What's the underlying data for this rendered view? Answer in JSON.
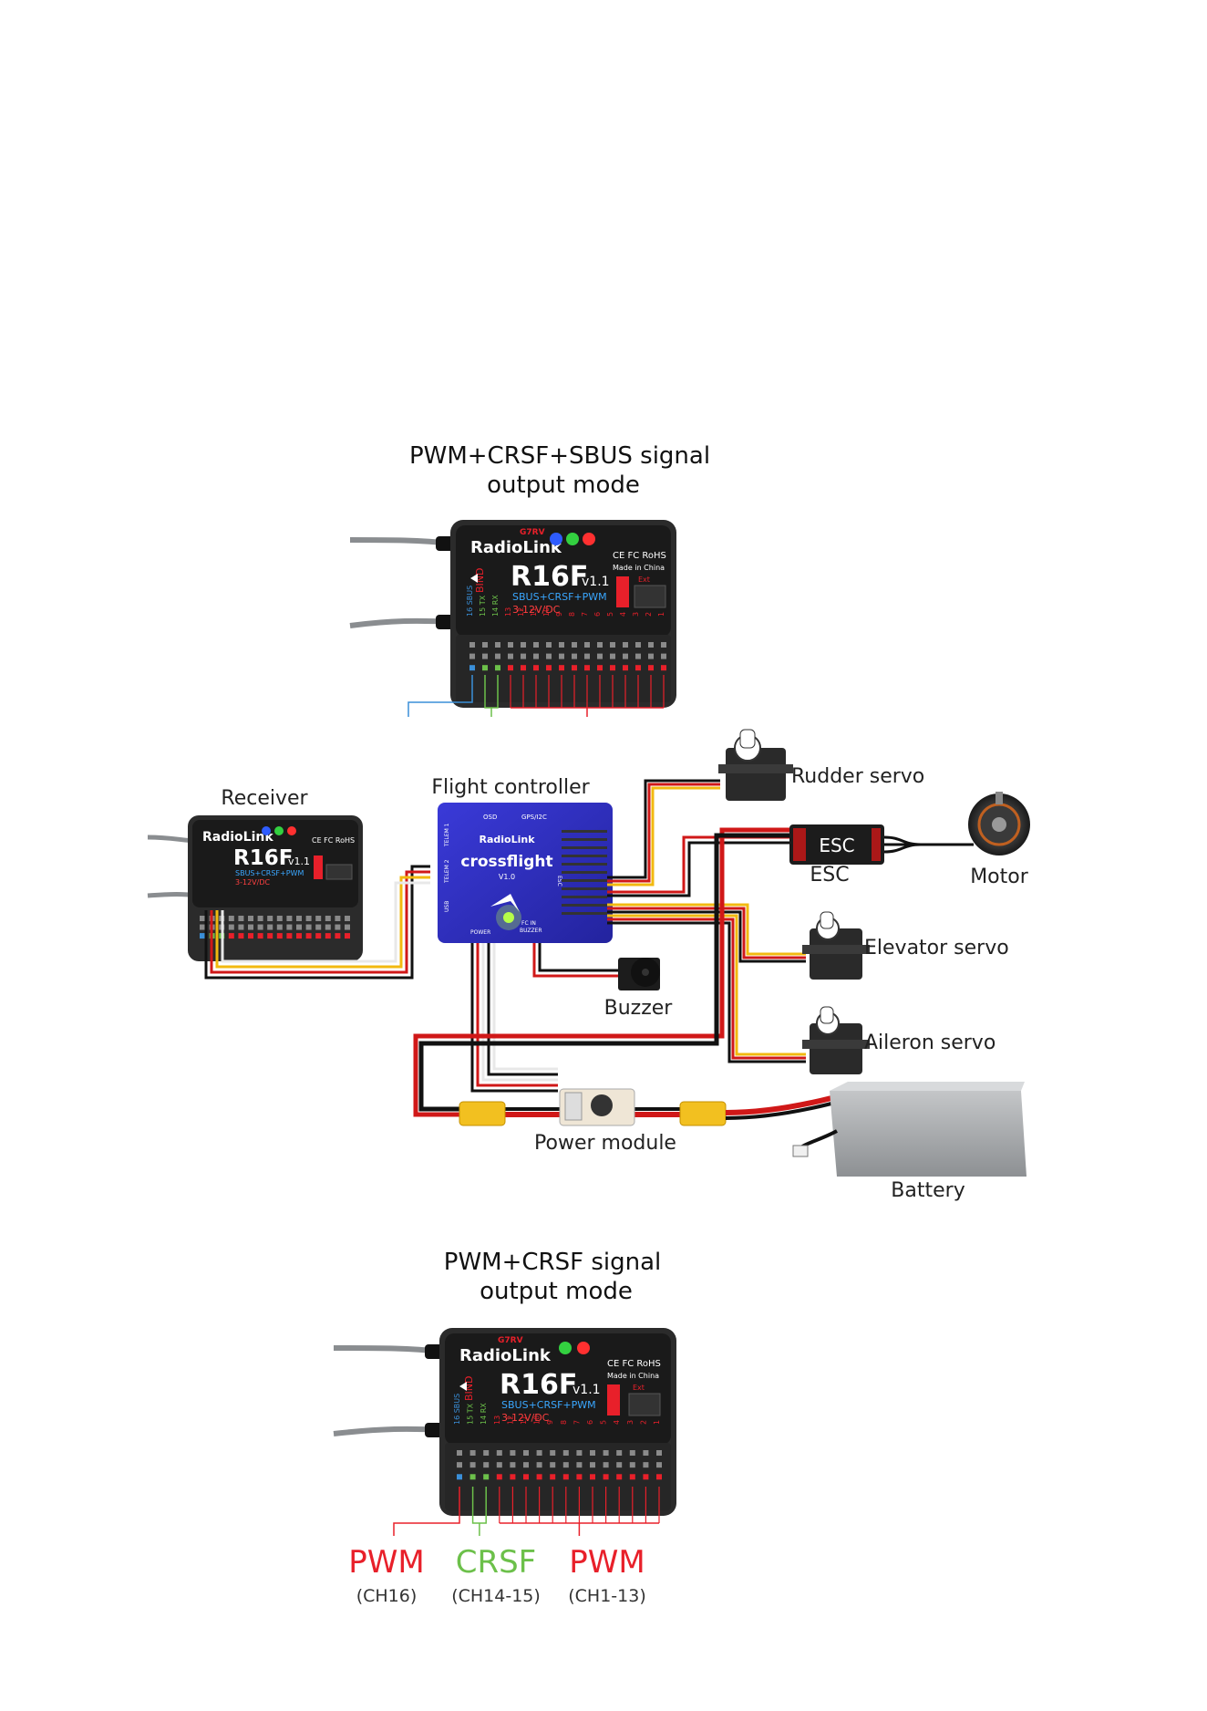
{
  "top_title": {
    "line1": "PWM+CRSF+SBUS signal",
    "line2": "output mode"
  },
  "bottom_title": {
    "line1": "PWM+CRSF signal",
    "line2": "output mode"
  },
  "receiver_board": {
    "brand": "RadioLink",
    "brand_top": "G7RV",
    "model": "R16F",
    "version": "v1.1",
    "protocols": "SBUS+CRSF+PWM",
    "voltage": "3-12V/DC",
    "bind": "BIND",
    "made_in": "Made in China",
    "cert": "CE FC RoHS",
    "ext": "Ext",
    "pins": [
      "16 SBUS",
      "15 TX",
      "14 RX",
      "13",
      "12",
      "11",
      "10",
      "9",
      "8",
      "7",
      "6",
      "5",
      "4",
      "3",
      "2",
      "1"
    ]
  },
  "flight_controller": {
    "brand": "RadioLink",
    "name": "crossflight",
    "version": "V1.0",
    "ports": {
      "osd": "OSD",
      "gps": "GPS/I2C",
      "telem1": "TELEM 1",
      "telem2": "TELEM 2",
      "usb": "USB",
      "esc": "ESC",
      "power": "POWER",
      "buzzer": "BUZZER",
      "fc_in": "FC IN"
    }
  },
  "labels": {
    "receiver": "Receiver",
    "flight_controller": "Flight controller",
    "rudder_servo": "Rudder servo",
    "esc_box": "ESC",
    "esc": "ESC",
    "motor": "Motor",
    "elevator_servo": "Elevator servo",
    "buzzer": "Buzzer",
    "aileron_servo": "Aileron servo",
    "power_module": "Power module",
    "battery": "Battery"
  },
  "legend": [
    {
      "title": "PWM",
      "sub": "(CH16)",
      "color": "#e8202a"
    },
    {
      "title": "CRSF",
      "sub": "(CH14-15)",
      "color": "#6cc04a"
    },
    {
      "title": "PWM",
      "sub": "(CH1-13)",
      "color": "#e8202a"
    }
  ],
  "colors": {
    "pwm": "#e8202a",
    "crsf": "#6cc04a",
    "sbus": "#3a8fd8",
    "fc_board": "#2e2ec8",
    "wire_yellow": "#f2b90f",
    "wire_red": "#d01818",
    "wire_black": "#111111"
  }
}
